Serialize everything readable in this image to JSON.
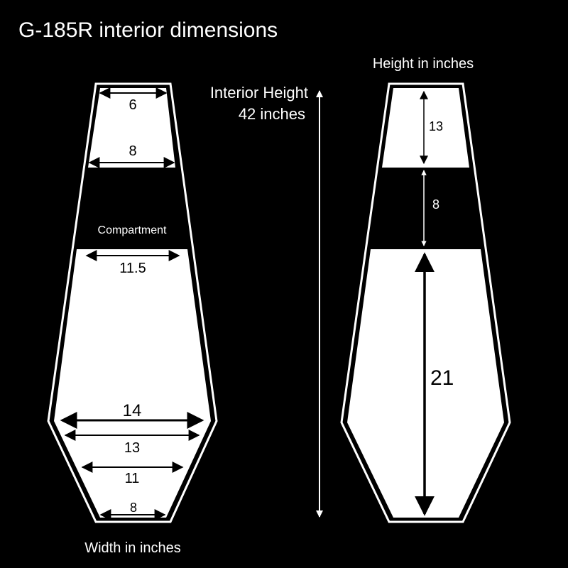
{
  "title": "G-185R  interior dimensions",
  "colors": {
    "background": "#000000",
    "shape_fill": "#ffffff",
    "line": "#000000",
    "text_light": "#ffffff",
    "text_dark": "#000000"
  },
  "left_panel": {
    "caption": "Width in inches",
    "compartment_label": "Compartment",
    "widths": {
      "w1": "6",
      "w2": "8",
      "w3": "11.5",
      "w4": "14",
      "w5": "13",
      "w6": "11",
      "w7": "8"
    }
  },
  "center": {
    "label_line1": "Interior Height",
    "label_line2": "42 inches"
  },
  "right_panel": {
    "caption": "Height in inches",
    "heights": {
      "h1": "13",
      "h2": "8",
      "h3": "21"
    }
  }
}
